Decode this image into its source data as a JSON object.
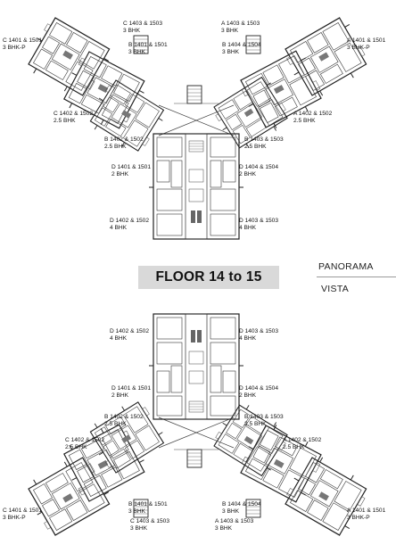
{
  "title": "FLOOR 14 to 15",
  "towers": {
    "upper": "PANORAMA",
    "lower": "VISTA"
  },
  "upper_plan": {
    "labels": [
      {
        "id": "c1401-top",
        "lines": [
          "C 1401 & 1501",
          "3 BHK-P"
        ]
      },
      {
        "id": "c1403-top",
        "lines": [
          "C 1403 & 1503",
          "3 BHK"
        ]
      },
      {
        "id": "b1401-top",
        "lines": [
          "B 1401 & 1501",
          "3 BHK"
        ]
      },
      {
        "id": "b1404-top",
        "lines": [
          "B 1404 & 1504",
          "3 BHK"
        ]
      },
      {
        "id": "a1403-top",
        "lines": [
          "A 1403 & 1503",
          "3 BHK"
        ]
      },
      {
        "id": "a1401-top",
        "lines": [
          "A 1401 & 1501",
          "3 BHK-P"
        ]
      },
      {
        "id": "c1402-top",
        "lines": [
          "C 1402 & 1502",
          "2.5 BHK"
        ]
      },
      {
        "id": "a1402-top",
        "lines": [
          "A 1402 & 1502",
          "2.5 BHK"
        ]
      },
      {
        "id": "b1402-top",
        "lines": [
          "B 1402 & 1502",
          "2.5 BHK"
        ]
      },
      {
        "id": "b1403-top",
        "lines": [
          "B 1403 & 1503",
          "2.5 BHK"
        ]
      },
      {
        "id": "d1401-top",
        "lines": [
          "D 1401 & 1501",
          "2 BHK"
        ]
      },
      {
        "id": "d1404-top",
        "lines": [
          "D 1404 & 1504",
          "2 BHK"
        ]
      },
      {
        "id": "d1402-top",
        "lines": [
          "D 1402 & 1502",
          "4 BHK"
        ]
      },
      {
        "id": "d1403-top",
        "lines": [
          "D 1403 & 1503",
          "4 BHK"
        ]
      }
    ]
  },
  "lower_plan": {
    "labels": [
      {
        "id": "d1402-bot",
        "lines": [
          "D 1402 & 1502",
          "4 BHK"
        ]
      },
      {
        "id": "d1403-bot",
        "lines": [
          "D 1403 & 1503",
          "4 BHK"
        ]
      },
      {
        "id": "d1401-bot",
        "lines": [
          "D 1401 & 1501",
          "2 BHK"
        ]
      },
      {
        "id": "d1404-bot",
        "lines": [
          "D 1404 & 1504",
          "2 BHK"
        ]
      },
      {
        "id": "b1402-bot",
        "lines": [
          "B 1402 & 1502",
          "2.5 BHK"
        ]
      },
      {
        "id": "b1403-bot",
        "lines": [
          "B 1403 & 1503",
          "2.5 BHK"
        ]
      },
      {
        "id": "c1402-bot",
        "lines": [
          "C 1402 & 1502",
          "2.5 BHK"
        ]
      },
      {
        "id": "a1402-bot",
        "lines": [
          "A 1402 & 1502",
          "2.5 BHK"
        ]
      },
      {
        "id": "c1401-bot",
        "lines": [
          "C 1401 & 1501",
          "3 BHK-P"
        ]
      },
      {
        "id": "b1401-bot",
        "lines": [
          "B 1401 & 1501",
          "3 BHK"
        ]
      },
      {
        "id": "b1404-bot",
        "lines": [
          "B 1404 & 1504",
          "3 BHK"
        ]
      },
      {
        "id": "a1401-bot",
        "lines": [
          "A 1401 & 1501",
          "3 BHK-P"
        ]
      },
      {
        "id": "c1403-bot",
        "lines": [
          "C 1403 & 1503",
          "3 BHK"
        ]
      },
      {
        "id": "a1403-bot",
        "lines": [
          "A 1403 & 1503",
          "3 BHK"
        ]
      }
    ]
  }
}
